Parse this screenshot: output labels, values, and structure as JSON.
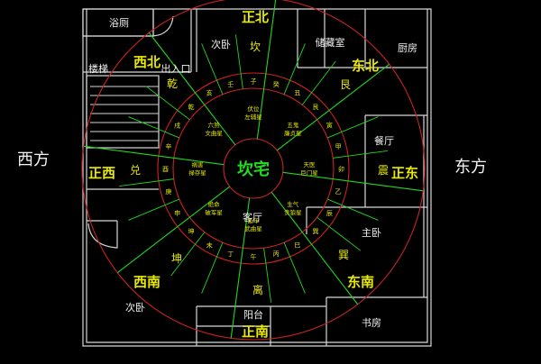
{
  "colors": {
    "background": "#000000",
    "wall": "#d8d8d8",
    "circle": "#cc2222",
    "ray": "#1fd81f",
    "center": "#22dd22",
    "direction": "#e8e800",
    "room": "#f0f0f0",
    "glyph": "#e8e800",
    "outer": "#f2f2f2"
  },
  "center_label": "坎宅",
  "outer_labels": {
    "west": "西方",
    "east": "东方"
  },
  "directions": {
    "north": "正北",
    "northeast": "东北",
    "east": "正东",
    "southeast": "东南",
    "south": "正南",
    "southwest": "西南",
    "west": "正西",
    "northwest": "西北"
  },
  "trigrams": {
    "north": "坎",
    "northeast": "艮",
    "east": "震",
    "southeast": "巽",
    "south": "离",
    "southwest": "坤",
    "west": "兑",
    "northwest": "乾"
  },
  "rooms": {
    "bathroom": "浴厕",
    "second_bedroom_top": "次卧",
    "storage": "储藏室",
    "kitchen": "厨房",
    "stairs": "楼梯",
    "entrance": "出入口",
    "dining": "餐厅",
    "living": "客厅",
    "master_bedroom": "主卧",
    "second_bedroom_bottom": "次卧",
    "balcony": "阳台",
    "study": "书房"
  },
  "mountains": [
    "壬",
    "子",
    "癸",
    "丑",
    "艮",
    "寅",
    "甲",
    "卯",
    "乙",
    "辰",
    "巽",
    "巳",
    "丙",
    "午",
    "丁",
    "未",
    "坤",
    "申",
    "庚",
    "酉",
    "辛",
    "戌",
    "乾",
    "亥"
  ],
  "stars": {
    "north": [
      "伏位",
      "左辅星"
    ],
    "northeast": [
      "五鬼",
      "廉贞星"
    ],
    "east": [
      "天医",
      "巨门星"
    ],
    "southeast": [
      "生气",
      "贪狼星"
    ],
    "south": [
      "延年",
      "武曲星"
    ],
    "southwest": [
      "绝命",
      "破军星"
    ],
    "west": [
      "祸害",
      "禄存星"
    ],
    "northwest": [
      "六煞",
      "文曲星"
    ]
  }
}
